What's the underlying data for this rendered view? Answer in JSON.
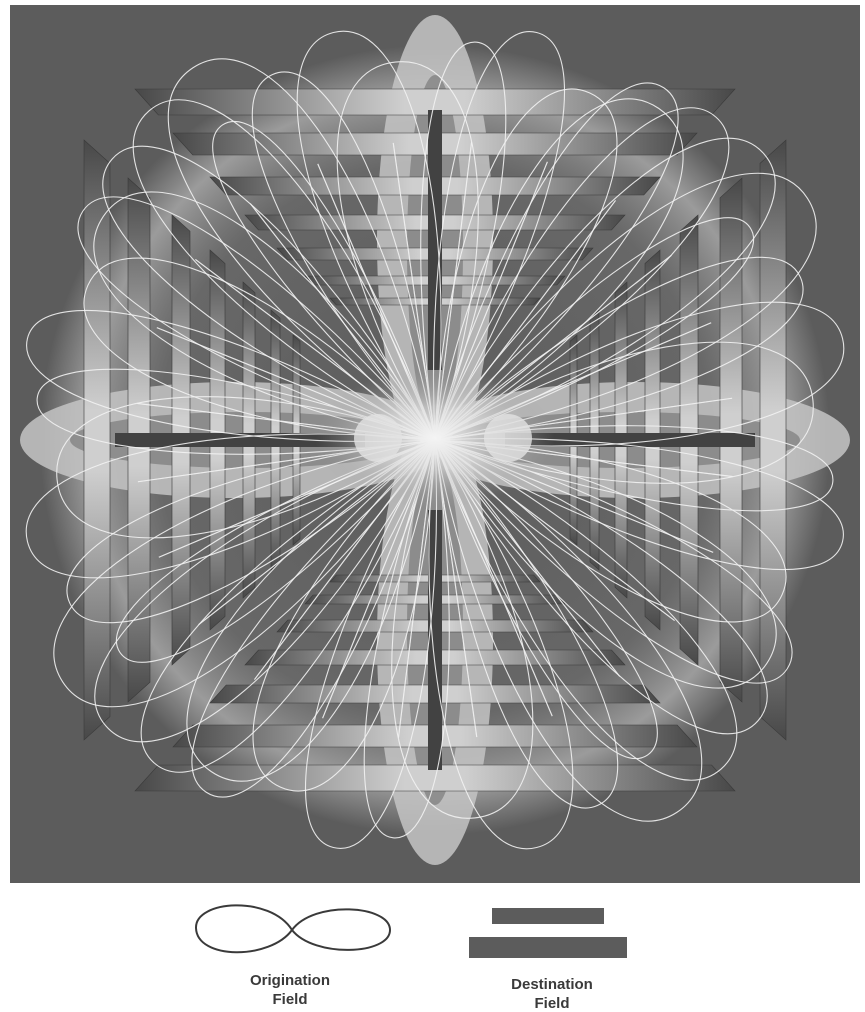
{
  "legend": {
    "origination": {
      "line1": "Origination",
      "line2": "Field"
    },
    "destination": {
      "line1": "Destination",
      "line2": "Field"
    }
  },
  "colors": {
    "background": "#5c5c5c",
    "plate_dark": "#4a4a4a",
    "plate_light": "#d4d4d4",
    "halo": "#b8b8b8",
    "field_line": "#f2f2f2",
    "cross_bar": "#424242"
  },
  "diagram": {
    "symmetry": "four-fold",
    "origination_field": "figure-eight loops",
    "destination_field": "nested rectangular plates"
  }
}
